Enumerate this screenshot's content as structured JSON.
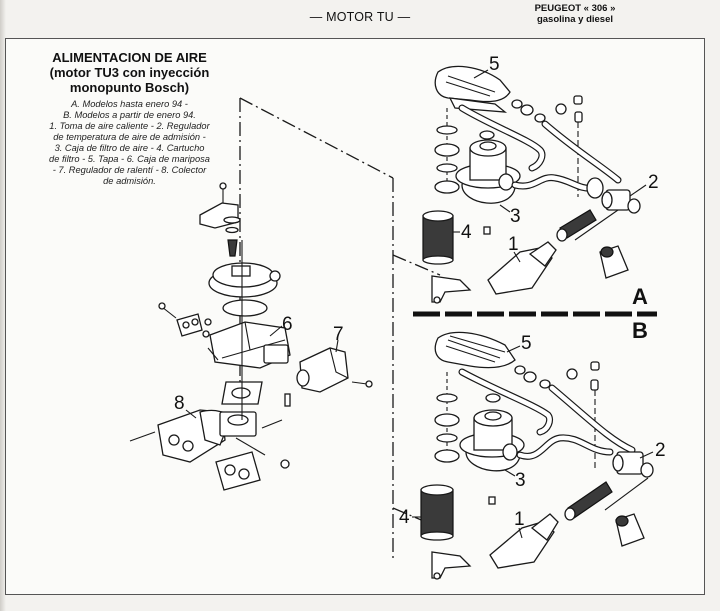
{
  "header": {
    "section": "— MOTOR TU —",
    "book_title_line1": "PEUGEOT « 306 »",
    "book_title_line2": "gasolina y diesel"
  },
  "figure": {
    "title_line1": "ALIMENTACION DE AIRE",
    "title_line2": "(motor TU3 con inyección",
    "title_line3": "monopunto Bosch)",
    "legend_lines": [
      "A. Modelos hasta enero 94 -",
      "B. Modelos a partir de enero 94.",
      "1. Toma de aire caliente - 2. Regulador",
      "de temperatura de aire de admisión -",
      "3. Caja de filtro de aire - 4. Cartucho",
      "de filtro - 5. Tapa - 6. Caja de mariposa",
      "- 7. Regulador de ralentí - 8. Colector",
      "de admisión."
    ],
    "variants": [
      {
        "id": "A",
        "label": "A",
        "description": "Modelos hasta enero 94"
      },
      {
        "id": "B",
        "label": "B",
        "description": "Modelos a partir de enero 94"
      }
    ],
    "parts": [
      {
        "number": "1",
        "name": "Toma de aire caliente"
      },
      {
        "number": "2",
        "name": "Regulador de temperatura de aire de admisión"
      },
      {
        "number": "3",
        "name": "Caja de filtro de aire"
      },
      {
        "number": "4",
        "name": "Cartucho de filtro"
      },
      {
        "number": "5",
        "name": "Tapa"
      },
      {
        "number": "6",
        "name": "Caja de mariposa"
      },
      {
        "number": "7",
        "name": "Regulador de ralentí"
      },
      {
        "number": "8",
        "name": "Colector de admisión"
      }
    ],
    "callouts": {
      "a_5": "5",
      "a_2": "2",
      "a_3": "3",
      "a_4": "4",
      "a_1": "1",
      "b_5": "5",
      "b_2": "2",
      "b_3": "3",
      "b_4": "4",
      "b_1": "1",
      "c_6": "6",
      "c_7": "7",
      "c_8": "8"
    }
  }
}
